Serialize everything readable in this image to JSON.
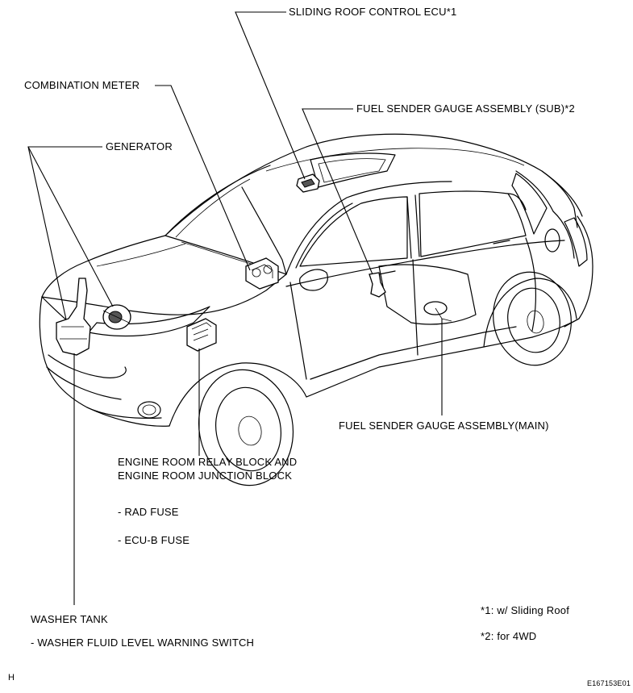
{
  "labels": {
    "sliding_roof": "SLIDING ROOF CONTROL ECU*1",
    "combination_meter": "COMBINATION METER",
    "fuel_sender_sub": "FUEL SENDER GAUGE ASSEMBLY (SUB)*2",
    "generator": "GENERATOR",
    "fuel_sender_main": "FUEL SENDER GAUGE ASSEMBLY(MAIN)",
    "engine_room_line1": "ENGINE ROOM RELAY BLOCK AND",
    "engine_room_line2": "ENGINE ROOM JUNCTION BLOCK",
    "rad_fuse": "- RAD FUSE",
    "ecub_fuse": "- ECU-B FUSE",
    "washer_tank": "WASHER TANK",
    "washer_switch": "- WASHER FLUID LEVEL WARNING SWITCH"
  },
  "notes": {
    "note1": "*1: w/ Sliding Roof",
    "note2": "*2: for 4WD"
  },
  "corner_letter": "H",
  "figure_code": "E167153E01"
}
